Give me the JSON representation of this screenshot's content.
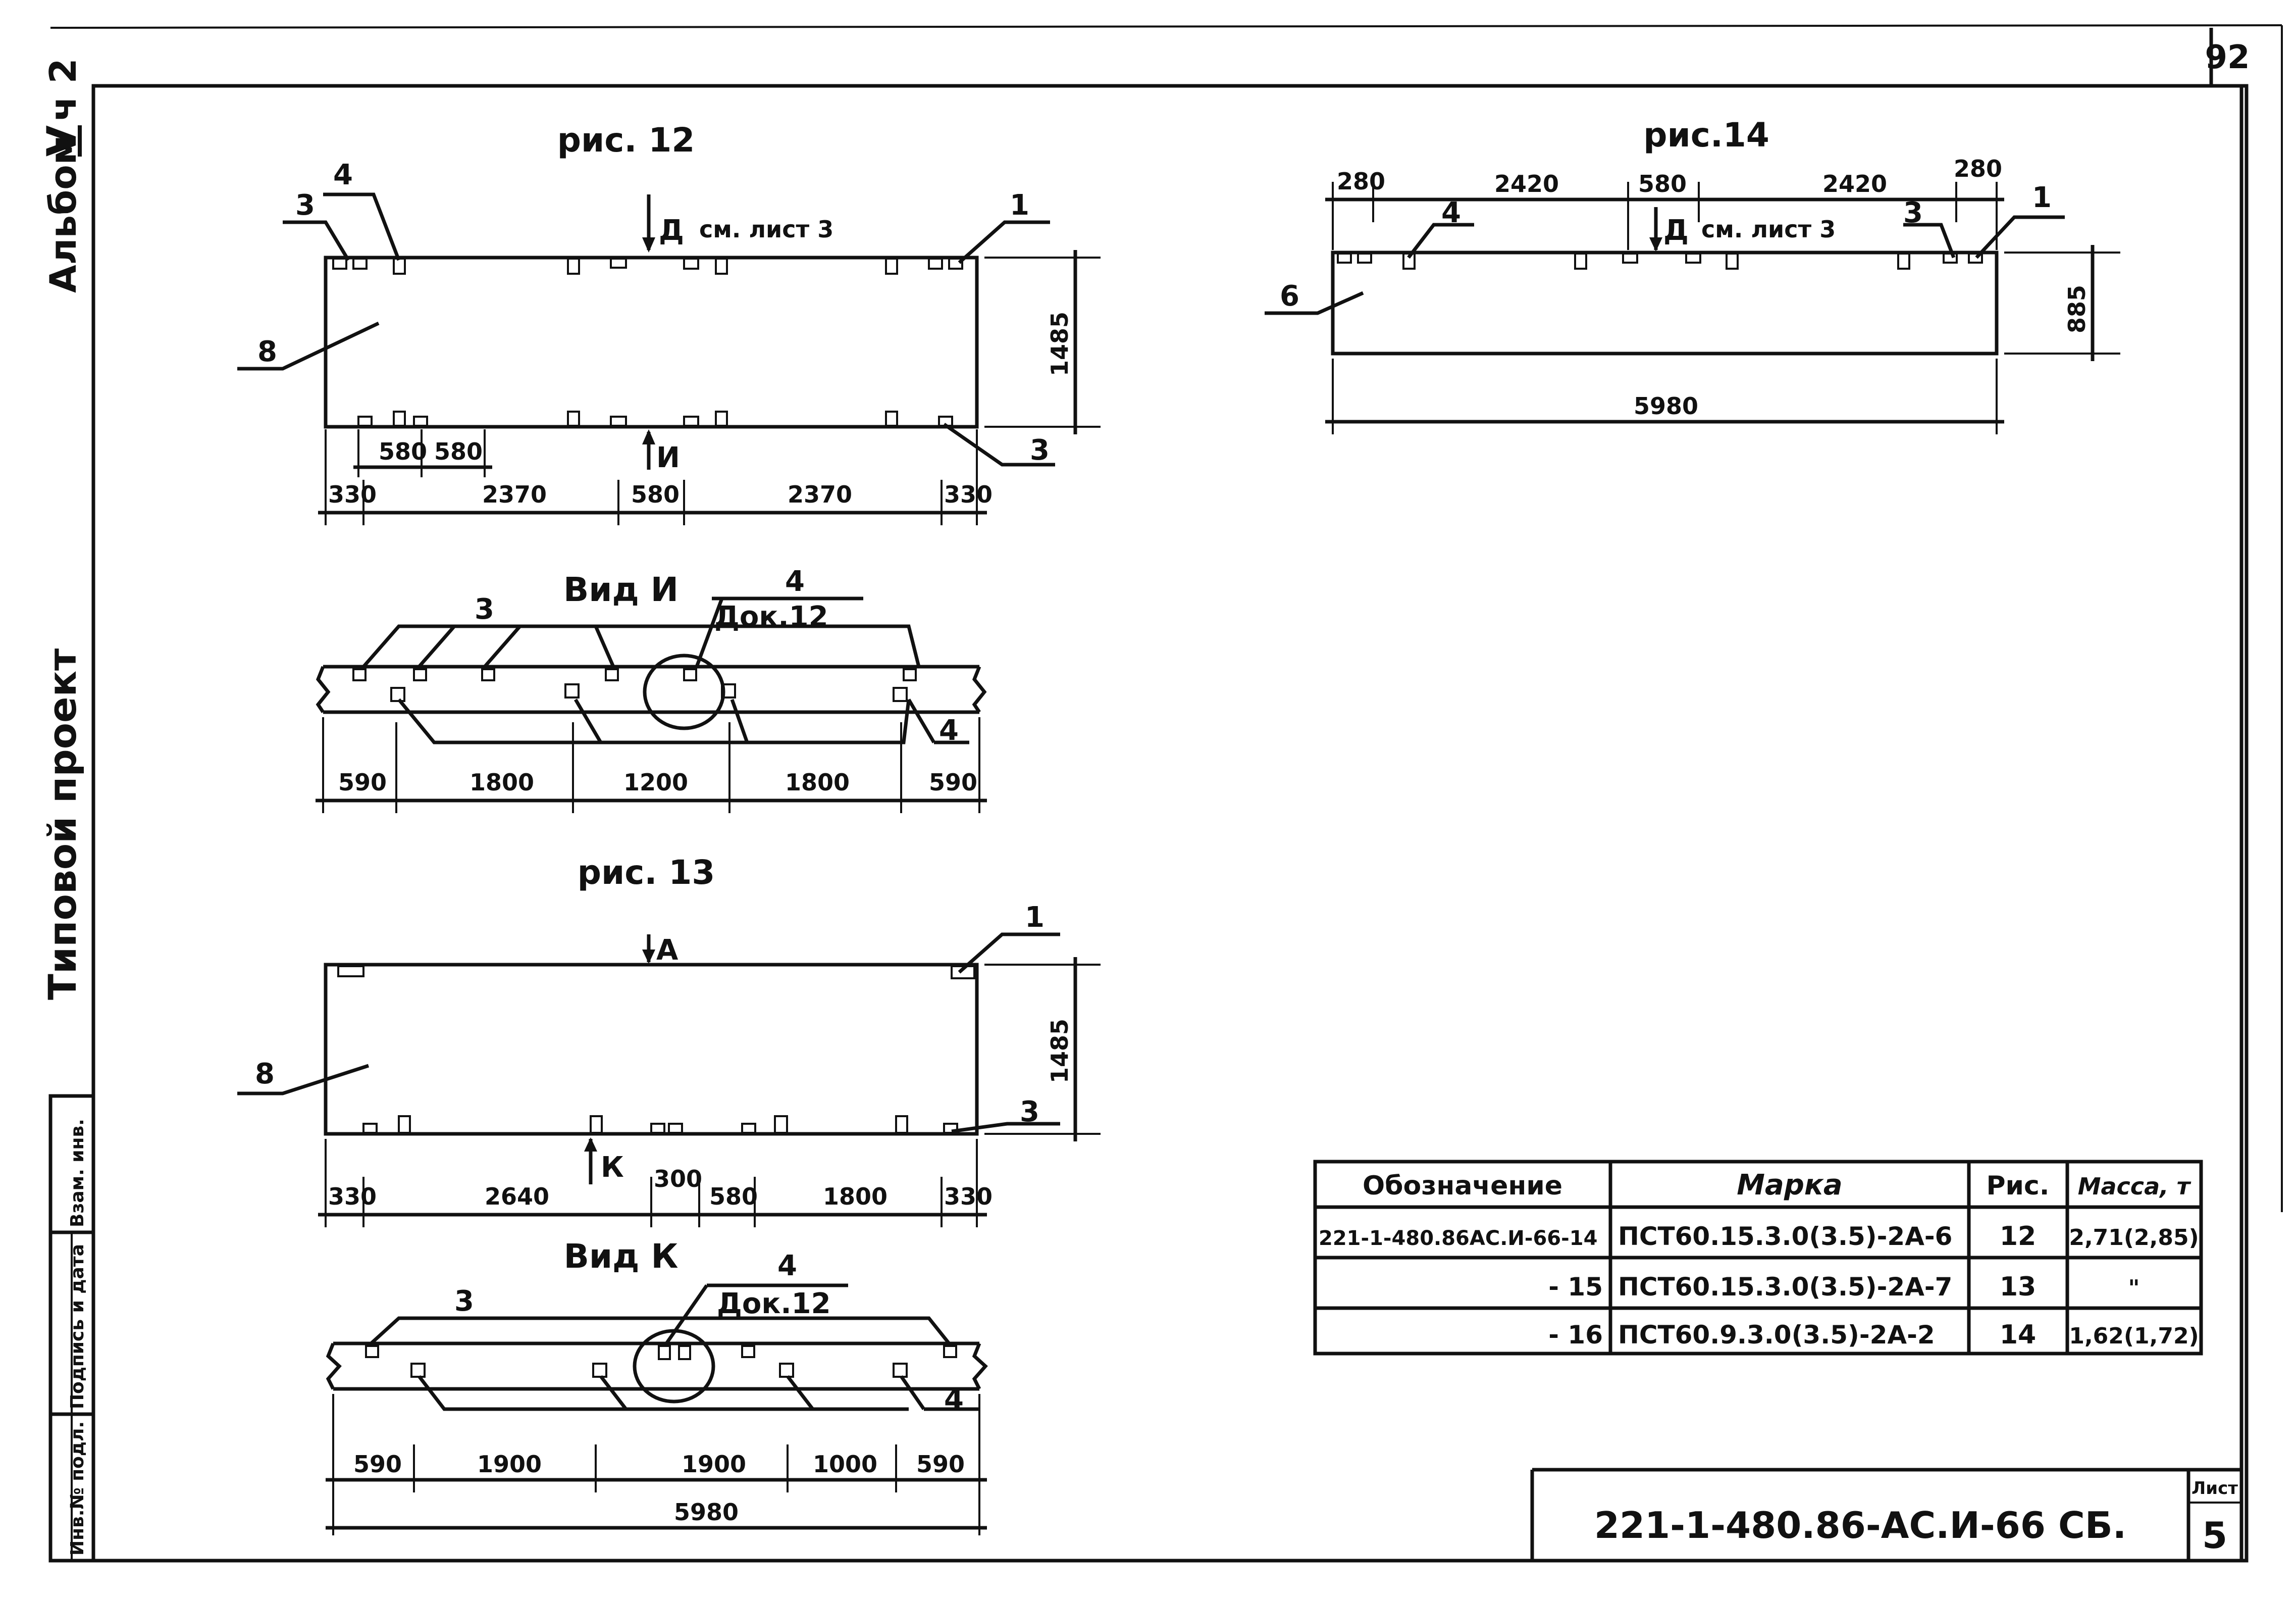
{
  "sheet": {
    "corner_number": "92",
    "side_title": "Типовой проект",
    "album": "Альбом",
    "album_volume": "V",
    "album_part": "ч 2",
    "stamp_inv": "Инв.№ подл.",
    "stamp_sign": "Подпись и дата",
    "stamp_replace": "Взам. инв.",
    "doc_code": "221-1-480.86-АС.И-66 СБ.",
    "sheet_label": "Лист",
    "sheet_number": "5"
  },
  "fig12": {
    "title": "рис. 12",
    "see_ref": "Д",
    "see_text": "см. лист 3",
    "view_mark": "И",
    "height": "1485",
    "leader_1": "1",
    "leader_3a": "3",
    "leader_4": "4",
    "leader_8": "8",
    "leader_3b": "3",
    "dims_top": [
      "580",
      "580"
    ],
    "dims_bottom": [
      "330",
      "2370",
      "580",
      "2370",
      "330"
    ]
  },
  "vid_i": {
    "title": "Вид И",
    "lbl_3": "3",
    "lbl_4": "4",
    "lbl_4b": "4",
    "detail": "Док.12",
    "dims": [
      "590",
      "1800",
      "1200",
      "1800",
      "590"
    ]
  },
  "fig13": {
    "title": "рис. 13",
    "view_top": "А",
    "view_mark": "К",
    "height": "1485",
    "leader_1": "1",
    "leader_8": "8",
    "leader_3": "3",
    "dims": [
      "330",
      "2640",
      "300",
      "580",
      "1800",
      "330"
    ]
  },
  "vid_k": {
    "title": "Вид К",
    "lbl_3": "3",
    "lbl_4": "4",
    "lbl_4b": "4",
    "detail": "Док.12",
    "dims": [
      "590",
      "1900",
      "1900",
      "1000",
      "590"
    ],
    "total": "5980"
  },
  "fig14": {
    "title": "рис.14",
    "see_ref": "Д",
    "see_text": "см. лист 3",
    "height": "885",
    "length": "5980",
    "dims_top": [
      "280",
      "2420",
      "580",
      "2420",
      "280"
    ],
    "leader_1": "1",
    "leader_3": "3",
    "leader_4": "4",
    "leader_6": "6"
  },
  "spec_table": {
    "headers": [
      "Обозначение",
      "Марка",
      "Рис.",
      "Масса, т"
    ],
    "rows": [
      [
        "221-1-480.86АС.И-66-14",
        "ПСТ60.15.3.0(3.5)-2А-6",
        "12",
        "2,71(2,85)"
      ],
      [
        "- 15",
        "ПСТ60.15.3.0(3.5)-2А-7",
        "13",
        "\""
      ],
      [
        "- 16",
        "ПСТ60.9.3.0(3.5)-2А-2",
        "14",
        "1,62(1,72)"
      ]
    ]
  }
}
